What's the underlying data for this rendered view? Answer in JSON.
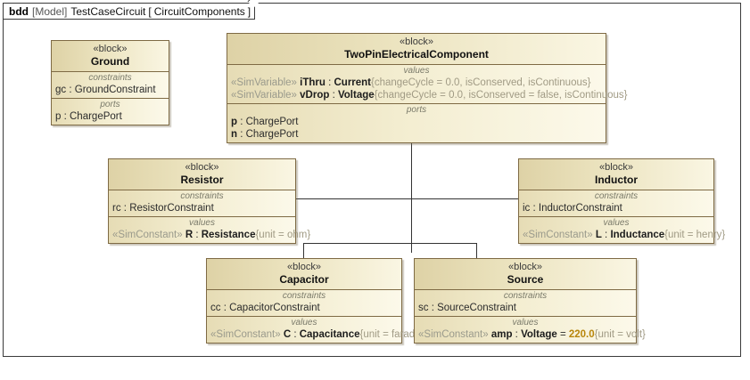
{
  "frame": {
    "kind": "bdd",
    "model_label": "[Model]",
    "model_name": "TestCaseCircuit",
    "bracket_open": "[",
    "diagram_name": "CircuitComponents",
    "bracket_close": "]"
  },
  "labels": {
    "stereotype_block": "«block»",
    "compartment_constraints": "constraints",
    "compartment_values": "values",
    "compartment_ports": "ports",
    "stereotype_simvariable": "«SimVariable»",
    "stereotype_simconstant": "«SimConstant»"
  },
  "colors": {
    "block_border": "#7e6a44",
    "block_fill_left": "#e2d7ae",
    "block_fill_right": "#fbf8e6",
    "frame_border": "#3a3a3a",
    "connector": "#333333",
    "value_highlight": "#b8860b"
  },
  "blocks": {
    "ground": {
      "stereotype": "«block»",
      "name": "Ground",
      "constraints_label": "constraints",
      "constraints": [
        {
          "name": "gc",
          "sep": " : ",
          "type": "GroundConstraint"
        }
      ],
      "ports_label": "ports",
      "ports": [
        {
          "name": "p",
          "sep": " : ",
          "type": "ChargePort"
        }
      ]
    },
    "twopin": {
      "stereotype": "«block»",
      "name": "TwoPinElectricalComponent",
      "values_label": "values",
      "values": [
        {
          "stereotype": "«SimVariable»",
          "name": "iThru",
          "sep": " : ",
          "type": "Current",
          "constraint": "{changeCycle = 0.0, isConserved, isContinuous}"
        },
        {
          "stereotype": "«SimVariable»",
          "name": "vDrop",
          "sep": " : ",
          "type": "Voltage",
          "constraint": "{changeCycle = 0.0, isConserved = false, isContinuous}"
        }
      ],
      "ports_label": "ports",
      "ports": [
        {
          "name": "p",
          "sep": " : ",
          "type": "ChargePort"
        },
        {
          "name": "n",
          "sep": " : ",
          "type": "ChargePort"
        }
      ]
    },
    "resistor": {
      "stereotype": "«block»",
      "name": "Resistor",
      "constraints_label": "constraints",
      "constraints": [
        {
          "name": "rc",
          "sep": " : ",
          "type": "ResistorConstraint"
        }
      ],
      "values_label": "values",
      "values": [
        {
          "stereotype": "«SimConstant»",
          "name": "R",
          "sep": " : ",
          "type": "Resistance",
          "constraint": "{unit = ohm}"
        }
      ]
    },
    "inductor": {
      "stereotype": "«block»",
      "name": "Inductor",
      "constraints_label": "constraints",
      "constraints": [
        {
          "name": "ic",
          "sep": " : ",
          "type": "InductorConstraint"
        }
      ],
      "values_label": "values",
      "values": [
        {
          "stereotype": "«SimConstant»",
          "name": "L",
          "sep": " : ",
          "type": "Inductance",
          "constraint": "{unit = henry}"
        }
      ]
    },
    "capacitor": {
      "stereotype": "«block»",
      "name": "Capacitor",
      "constraints_label": "constraints",
      "constraints": [
        {
          "name": "cc",
          "sep": " : ",
          "type": "CapacitorConstraint"
        }
      ],
      "values_label": "values",
      "values": [
        {
          "stereotype": "«SimConstant»",
          "name": "C",
          "sep": " : ",
          "type": "Capacitance",
          "constraint": "{unit = farad}"
        }
      ]
    },
    "source": {
      "stereotype": "«block»",
      "name": "Source",
      "constraints_label": "constraints",
      "constraints": [
        {
          "name": "sc",
          "sep": " : ",
          "type": "SourceConstraint"
        }
      ],
      "values_label": "values",
      "values": [
        {
          "stereotype": "«SimConstant»",
          "name": "amp",
          "sep": " : ",
          "type": "Voltage",
          "assign": " = ",
          "value": "220.0",
          "constraint": "{unit = volt}"
        }
      ]
    }
  }
}
